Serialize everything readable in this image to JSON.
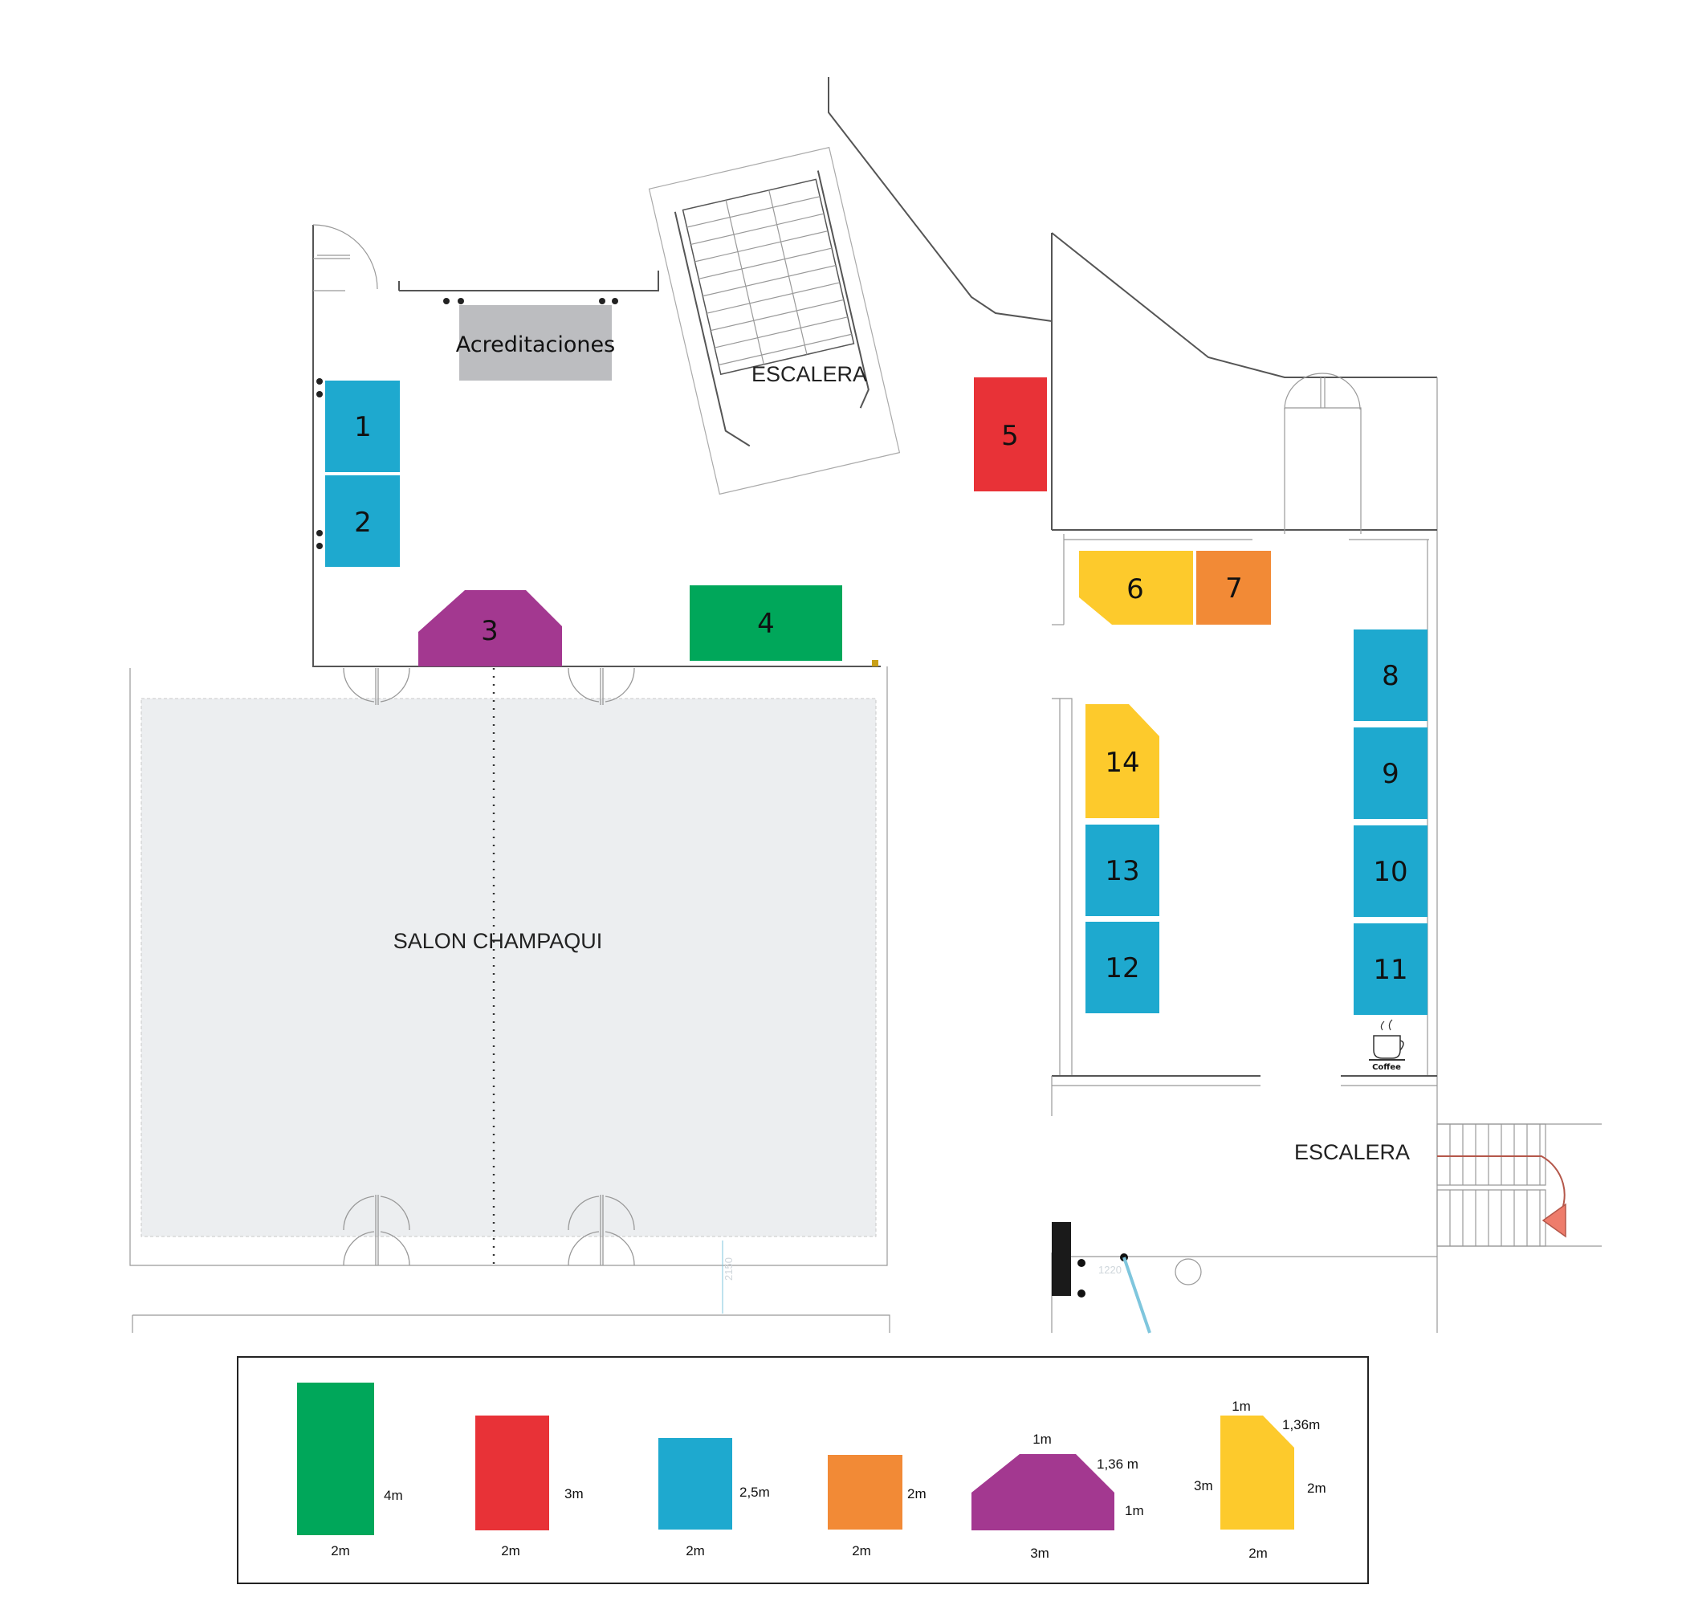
{
  "colors": {
    "green": "#00a75a",
    "red": "#e83237",
    "blue": "#1ea9cf",
    "orange": "#f28a36",
    "purple": "#a33890",
    "yellow": "#fdca2c",
    "gray": "#bcbdc0",
    "hall": "#eceef0"
  },
  "areas": {
    "acreditaciones": "Acreditaciones",
    "escalera_top": "ESCALERA",
    "escalera_right": "ESCALERA",
    "salon": "SALON CHAMPAQUI",
    "coffee": "Coffee",
    "dim_1220": "1220",
    "dim_2150": "2150"
  },
  "booths": [
    {
      "number": "1",
      "type": "blue"
    },
    {
      "number": "2",
      "type": "blue"
    },
    {
      "number": "3",
      "type": "purple"
    },
    {
      "number": "4",
      "type": "green"
    },
    {
      "number": "5",
      "type": "red"
    },
    {
      "number": "6",
      "type": "yellow"
    },
    {
      "number": "7",
      "type": "orange"
    },
    {
      "number": "8",
      "type": "blue"
    },
    {
      "number": "9",
      "type": "blue"
    },
    {
      "number": "10",
      "type": "blue"
    },
    {
      "number": "11",
      "type": "blue"
    },
    {
      "number": "12",
      "type": "blue"
    },
    {
      "number": "13",
      "type": "blue"
    },
    {
      "number": "14",
      "type": "yellow"
    }
  ],
  "legend": {
    "green": {
      "width": "2m",
      "height": "4m"
    },
    "red": {
      "width": "2m",
      "height": "3m"
    },
    "blue": {
      "width": "2m",
      "height": "2,5m"
    },
    "orange": {
      "width": "2m",
      "height": "2m"
    },
    "purple": {
      "top": "1m",
      "diagonal": "1,36 m",
      "side": "1m",
      "base": "3m"
    },
    "yellow": {
      "top": "1m",
      "diagonal": "1,36m",
      "left": "3m",
      "right": "2m",
      "base": "2m"
    }
  }
}
